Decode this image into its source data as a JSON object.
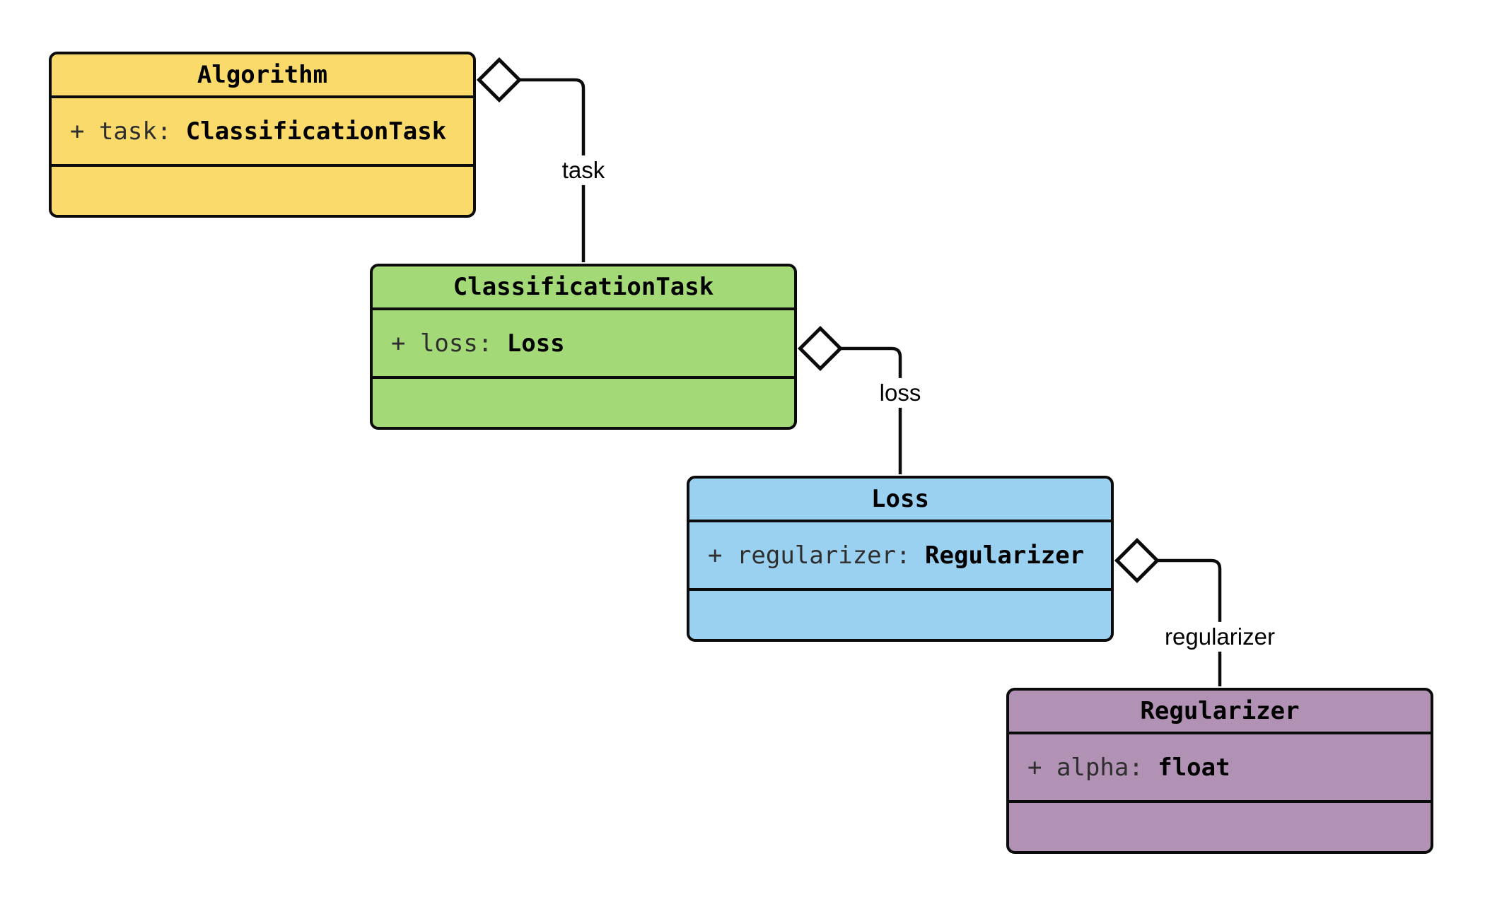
{
  "diagram": {
    "kind": "uml-class-diagram",
    "classes": [
      {
        "title": "Algorithm",
        "attr_prefix": "+ task: ",
        "attr_type": "ClassificationTask",
        "fill": "#FBDA6C"
      },
      {
        "title": "ClassificationTask",
        "attr_prefix": "+ loss: ",
        "attr_type": "Loss",
        "fill": "#A3D977"
      },
      {
        "title": "Loss",
        "attr_prefix": "+ regularizer: ",
        "attr_type": "Regularizer",
        "fill": "#9BD1F0"
      },
      {
        "title": "Regularizer",
        "attr_prefix": "+ alpha: ",
        "attr_type": "float",
        "fill": "#B192B5"
      }
    ],
    "relations": [
      {
        "label": "task",
        "from": "Algorithm",
        "to": "ClassificationTask",
        "type": "aggregation"
      },
      {
        "label": "loss",
        "from": "ClassificationTask",
        "to": "Loss",
        "type": "aggregation"
      },
      {
        "label": "regularizer",
        "from": "Loss",
        "to": "Regularizer",
        "type": "aggregation"
      }
    ],
    "colors": {
      "canvas_background": "#ffffff",
      "line": "#0b0b0b",
      "diamond_fill": "#ffffff",
      "title_text": "#000000",
      "attr_name_text": "#2e2e2e",
      "attr_type_text": "#000000"
    }
  }
}
